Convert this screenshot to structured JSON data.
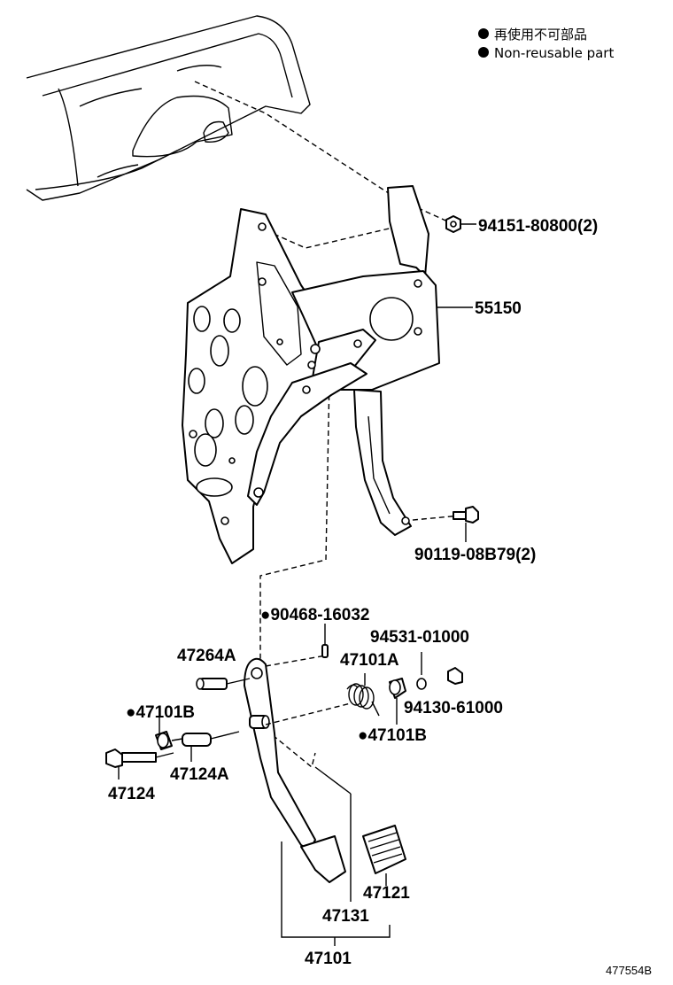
{
  "legend": {
    "items": [
      {
        "marker": "●",
        "text": "再使用不可部品"
      },
      {
        "marker": "●",
        "text": "Non-reusable part"
      }
    ]
  },
  "parts": {
    "nut_top": "94151-80800(2)",
    "bracket": "55150",
    "bolt_bracket": "90119-08B79(2)",
    "pin_clip": "●90468-16032",
    "washer_a": "94531-01000",
    "spring": "47101A",
    "bolt_pin": "47264A",
    "nut_small": "94130-61000",
    "bushing_left": "●47101B",
    "bushing_right": "●47101B",
    "bolt_long": "47124",
    "collar": "47124A",
    "pedal_pad": "47121",
    "pedal_arm": "47131",
    "pedal_assy": "47101"
  },
  "figure_id": "477554B"
}
